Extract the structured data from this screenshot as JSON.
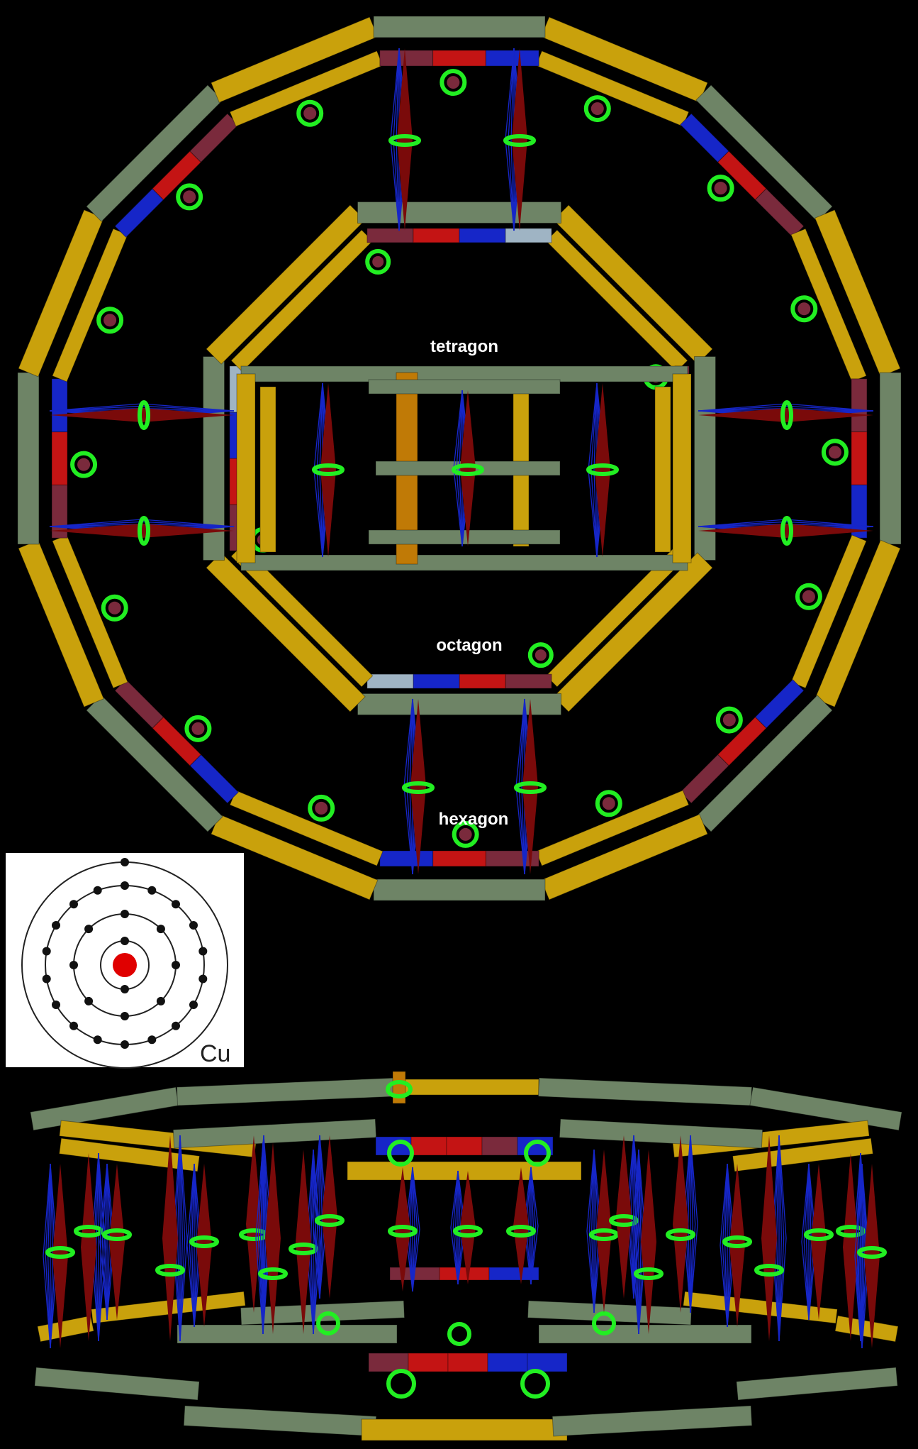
{
  "labels": {
    "tetragon": "tetragon",
    "octagon": "octagon",
    "hexagon": "hexagon"
  },
  "inset": {
    "element_symbol": "Cu",
    "shell_electrons": [
      2,
      8,
      18,
      1
    ]
  },
  "colors": {
    "background": "#000000",
    "gold_bar": "#c9a10c",
    "sage_bar": "#6e8466",
    "red": "#c41414",
    "blue": "#1626c8",
    "maroon": "#7a2a3c",
    "light_blue": "#9fb4c4",
    "green_ring": "#22ee22",
    "dark_red_spindle": "#7a0a0a",
    "nucleus": "#e00000"
  }
}
